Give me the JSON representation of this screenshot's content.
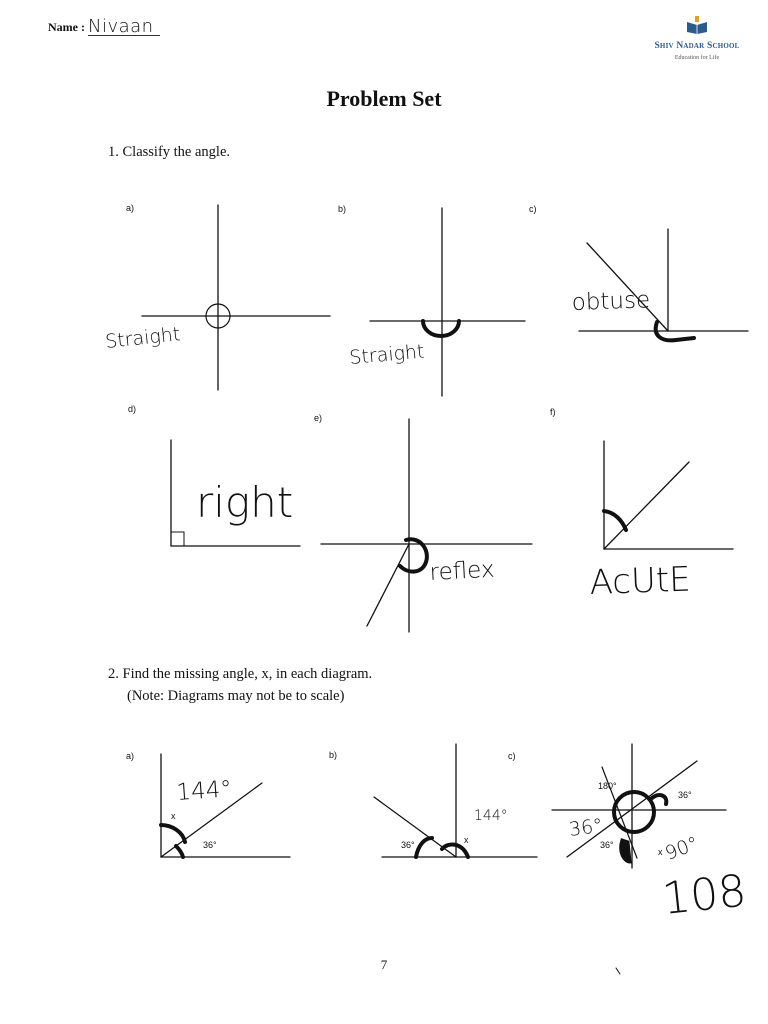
{
  "header": {
    "name_label": "Name :",
    "name_value": "Nivaan",
    "school_name": "Shiv Nadar School",
    "school_tagline": "Education for Life"
  },
  "title": "Problem Set",
  "question1": {
    "prompt": "1.  Classify the angle.",
    "parts": [
      {
        "label": "a)",
        "answer": "Straight"
      },
      {
        "label": "b)",
        "answer": "Straight"
      },
      {
        "label": "c)",
        "answer": "obtuse"
      },
      {
        "label": "d)",
        "answer": "right"
      },
      {
        "label": "e)",
        "answer": "reflex"
      },
      {
        "label": "f)",
        "answer": "AcUtE"
      }
    ]
  },
  "question2": {
    "prompt": "2.  Find the missing angle, x, in each diagram.",
    "note": "(Note: Diagrams may not be to scale)",
    "parts": [
      {
        "label": "a)",
        "given": "36°",
        "unknown": "x",
        "answer": "144°"
      },
      {
        "label": "b)",
        "given": "36°",
        "unknown": "x",
        "answer": "144°"
      },
      {
        "label": "c)",
        "given_labels": [
          "180°",
          "36°",
          "36°"
        ],
        "unknown": "x",
        "answers": [
          "36°",
          "90°",
          "108"
        ]
      }
    ]
  },
  "footer": {
    "page_number": "7"
  }
}
